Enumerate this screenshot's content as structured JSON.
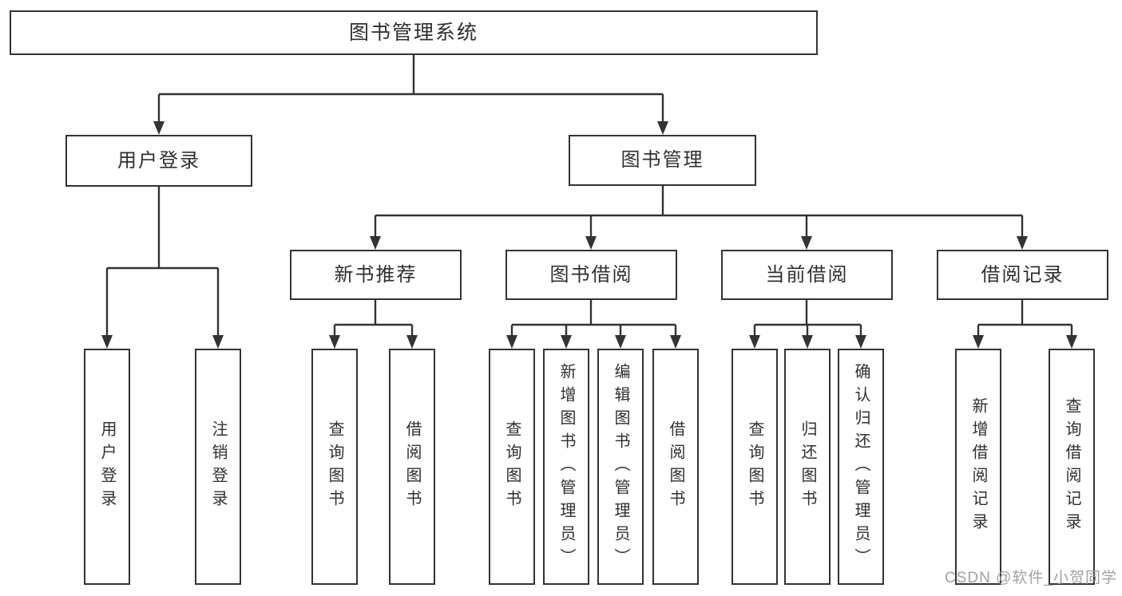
{
  "diagram": {
    "root": {
      "label": "图书管理系统"
    },
    "branches": [
      {
        "label": "用户登录",
        "children": [
          {
            "label": "用户登录"
          },
          {
            "label": "注销登录"
          }
        ]
      },
      {
        "label": "图书管理",
        "groups": [
          {
            "label": "新书推荐",
            "children": [
              "查询图书",
              "借阅图书"
            ]
          },
          {
            "label": "图书借阅",
            "children": [
              "查询图书",
              "新增图书（管理员）",
              "编辑图书（管理员）",
              "借阅图书"
            ]
          },
          {
            "label": "当前借阅",
            "children": [
              "查询图书",
              "归还图书",
              "确认归还（管理员）"
            ]
          },
          {
            "label": "借阅记录",
            "children": [
              "新增借阅记录",
              "查询借阅记录"
            ]
          }
        ]
      }
    ]
  },
  "watermark": {
    "text": "CSDN @软件_小贺同学",
    "color": "#a0a0a0"
  },
  "colors": {
    "line": "#333333",
    "box_border": "#333333",
    "text": "#2f2f2f",
    "background": "#ffffff"
  }
}
